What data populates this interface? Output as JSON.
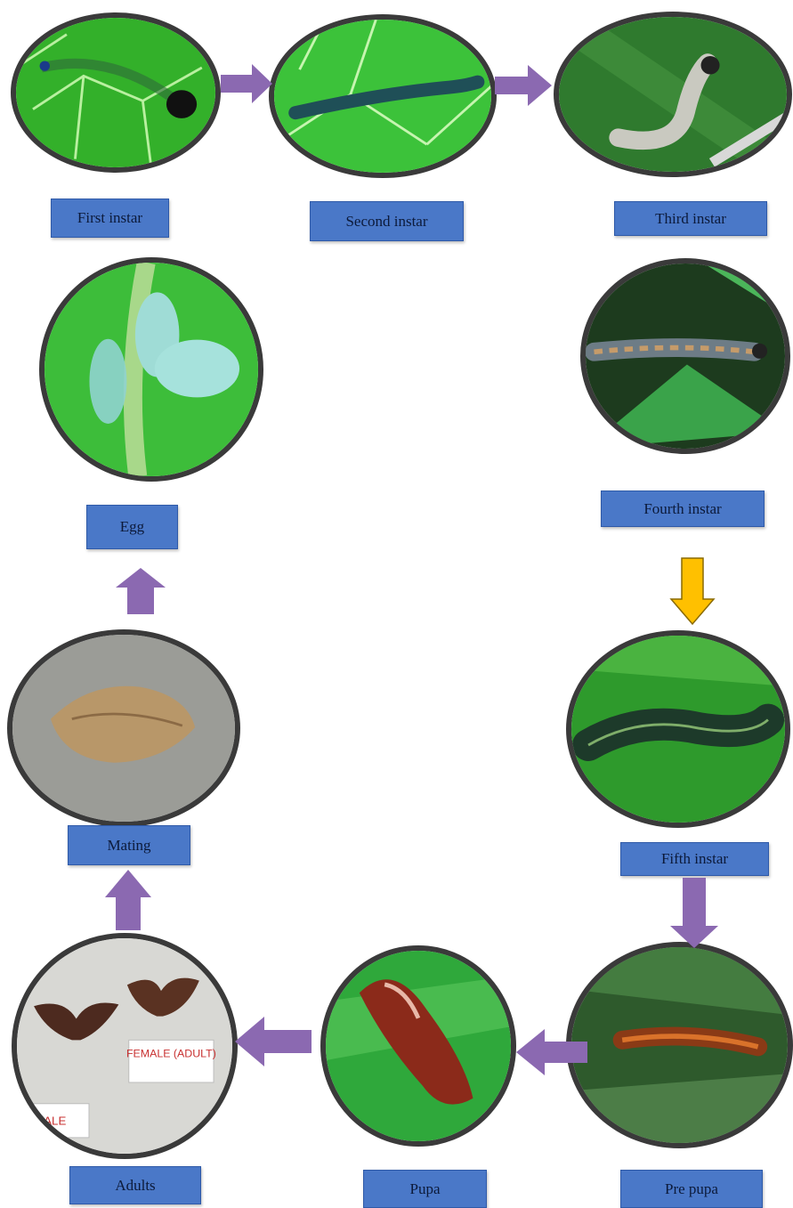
{
  "colors": {
    "arrow": "#8b69b1",
    "arrow_highlight": "#ffc000",
    "label_bg": "#4a78c8",
    "circle_border": "#3a3a3a"
  },
  "stages": {
    "first_instar": "First instar",
    "second_instar": "Second instar",
    "third_instar": "Third instar",
    "fourth_instar": "Fourth instar",
    "fifth_instar": "Fifth instar",
    "pre_pupa": "Pre pupa",
    "pupa": "Pupa",
    "adults": "Adults",
    "mating": "Mating",
    "egg": "Egg"
  },
  "photo_text": {
    "female_tag": "FEMALE (ADULT)",
    "male_tag": "MALE"
  }
}
